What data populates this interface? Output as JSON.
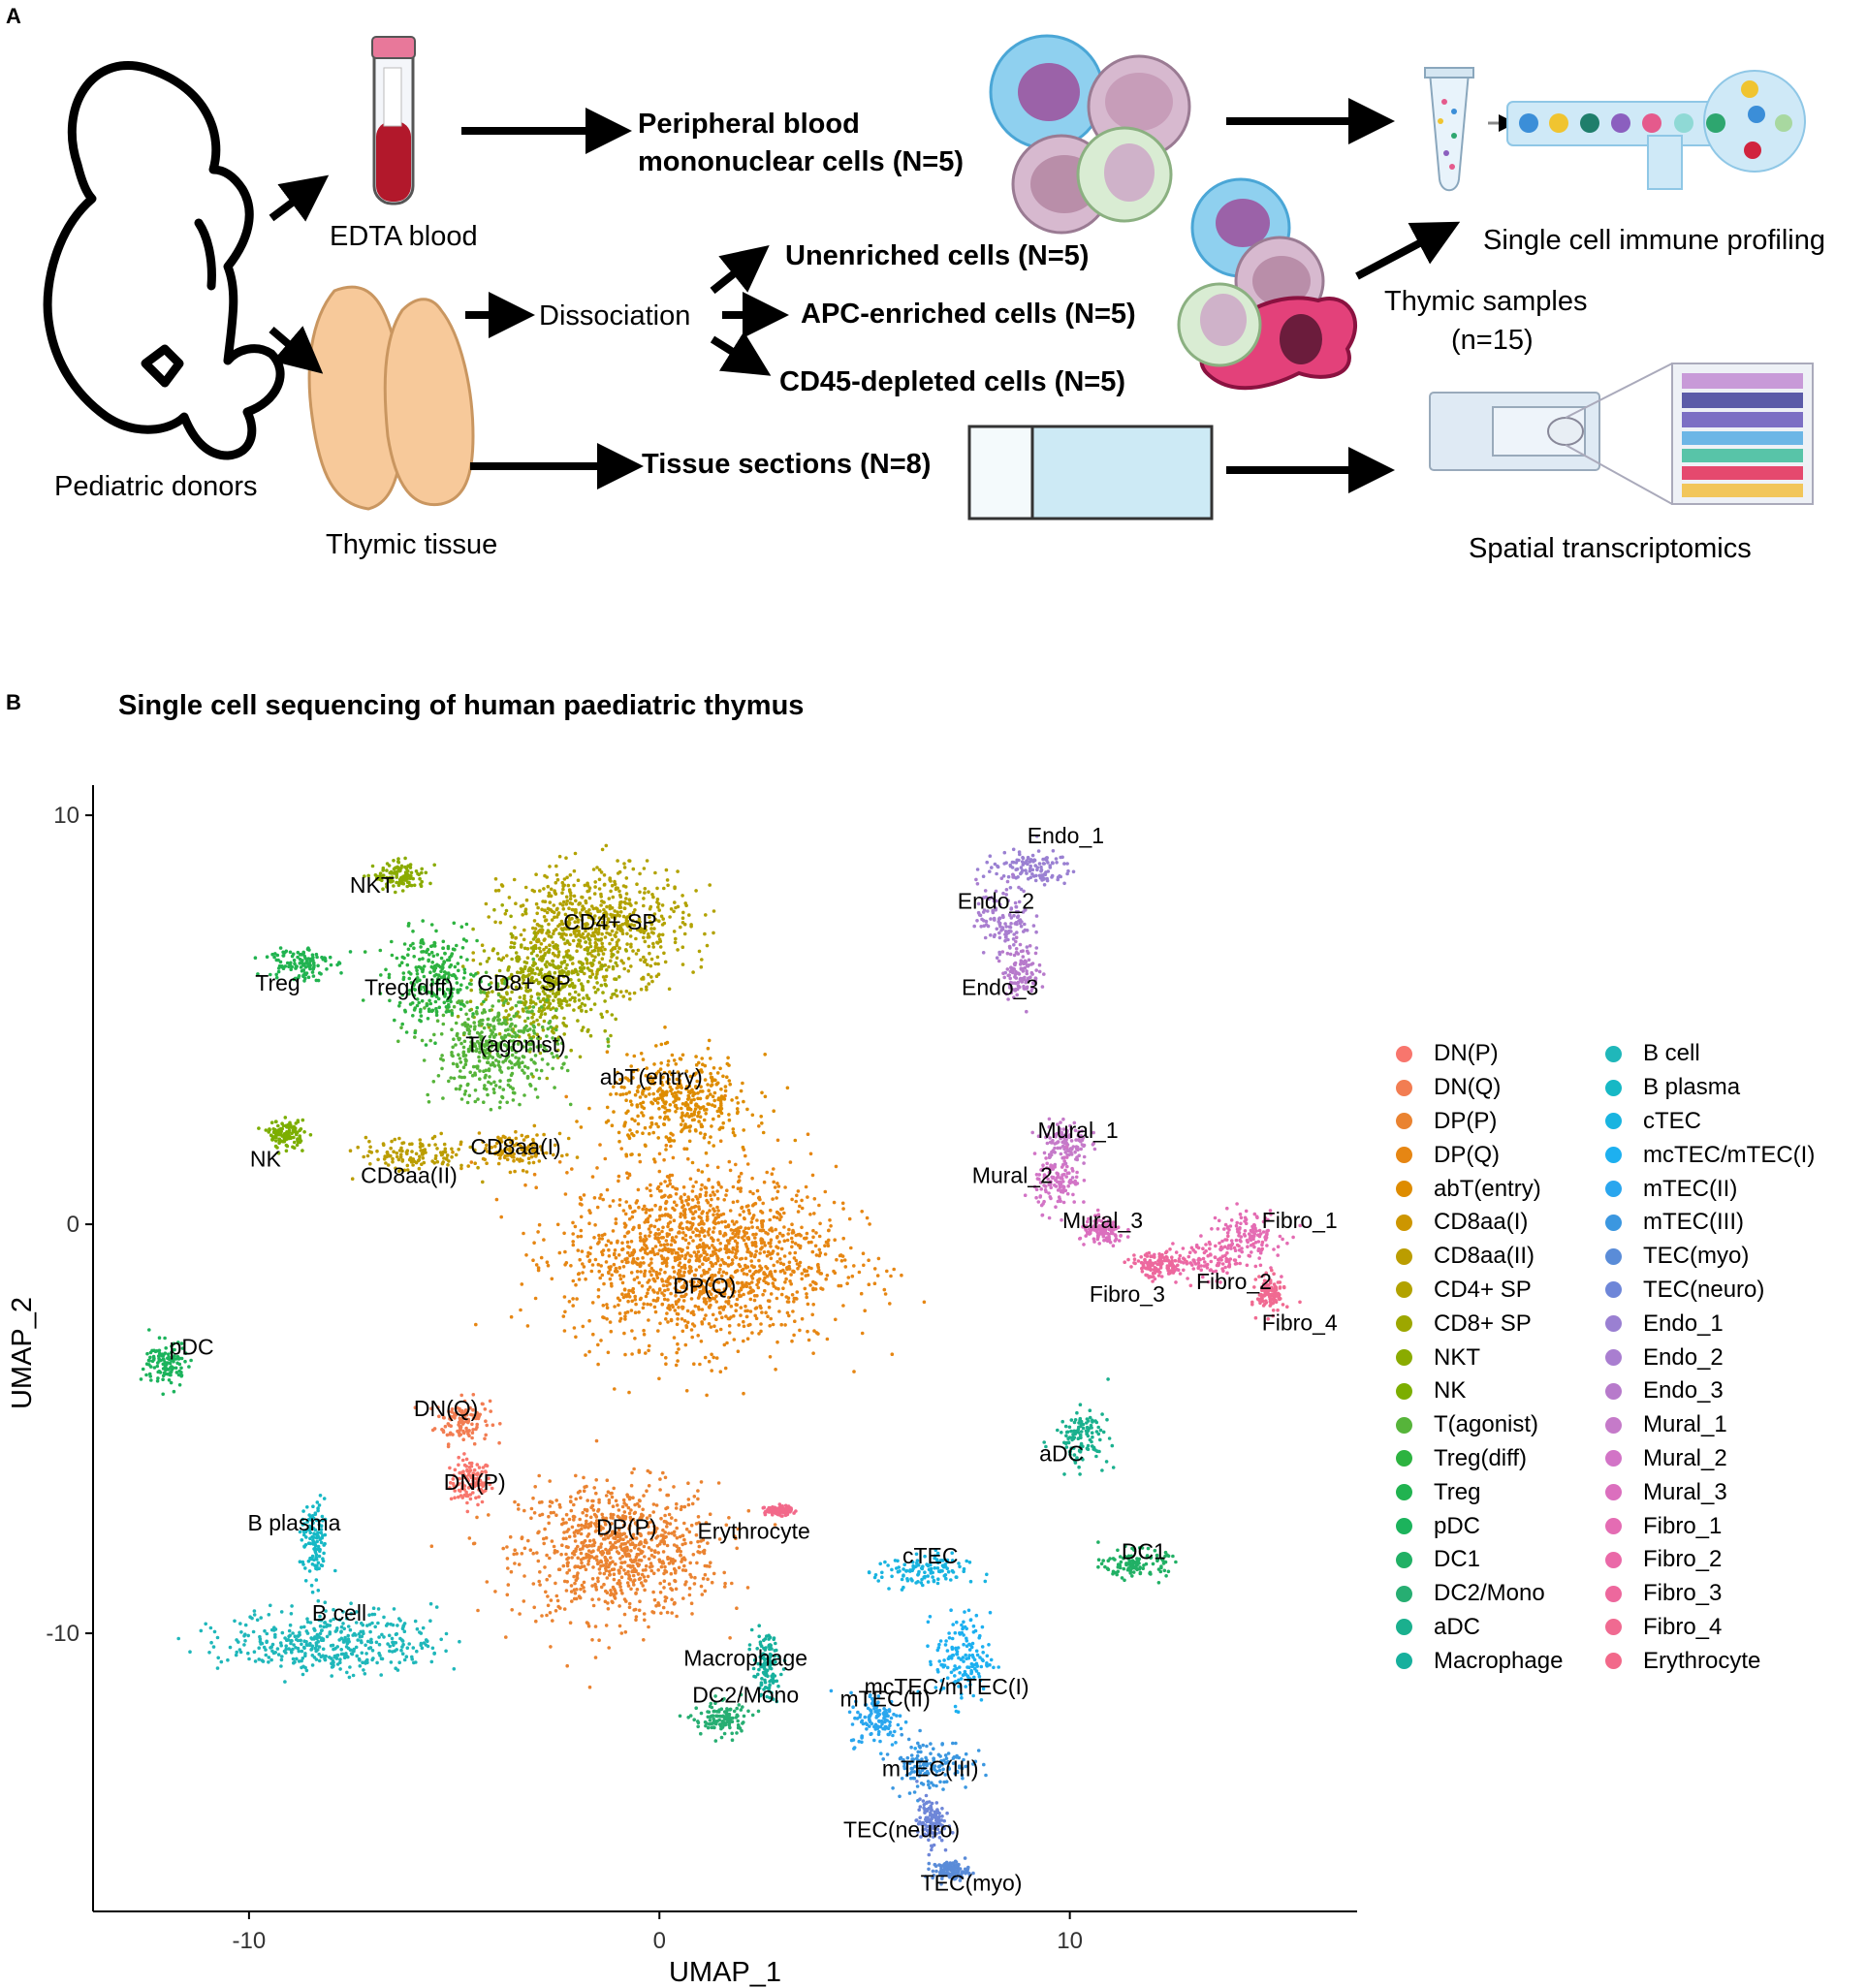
{
  "panel_a": {
    "label": "A",
    "donors": "Pediatric donors",
    "blood": "EDTA blood",
    "thymus": "Thymic tissue",
    "pbmc_line1": "Peripheral blood",
    "pbmc_line2": "mononuclear cells (N=5)",
    "dissociation": "Dissociation",
    "unenriched": "Unenriched cells  (N=5)",
    "apc": "APC-enriched cells (N=5)",
    "cd45": "CD45-depleted  cells  (N=5)",
    "thymic_samples_line1": "Thymic samples",
    "thymic_samples_line2": "(n=15)",
    "tissue_sections": "Tissue sections (N=8)",
    "single_cell": "Single cell immune profiling",
    "spatial": "Spatial  transcriptomics"
  },
  "panel_b": {
    "label": "B",
    "title": "Single cell sequencing of human paediatric thymus"
  },
  "chart_data": {
    "type": "scatter",
    "title": "Single cell sequencing of human paediatric thymus",
    "xlabel": "UMAP_1",
    "ylabel": "UMAP_2",
    "xlim": [
      -13.8,
      17
    ],
    "ylim": [
      -16.8,
      10.5
    ],
    "xticks": [
      -10,
      0,
      10
    ],
    "yticks": [
      -10,
      0,
      10
    ],
    "grid": false,
    "legend_position": "right",
    "clusters": [
      {
        "name": "DN(P)",
        "color": "#F8766D",
        "x": -4.6,
        "y": -6.3,
        "sx": 0.45,
        "sy": 0.5
      },
      {
        "name": "DN(Q)",
        "color": "#F27D52",
        "x": -4.8,
        "y": -4.8,
        "sx": 0.6,
        "sy": 0.5
      },
      {
        "name": "DP(P)",
        "color": "#EA8331",
        "x": -1.0,
        "y": -8.0,
        "sx": 2.2,
        "sy": 1.5
      },
      {
        "name": "DP(Q)",
        "color": "#E68613",
        "x": 1.0,
        "y": -0.8,
        "sx": 3.0,
        "sy": 2.0
      },
      {
        "name": "abT(entry)",
        "color": "#DE8C00",
        "x": 0.5,
        "y": 3.0,
        "sx": 1.6,
        "sy": 1.0
      },
      {
        "name": "CD8aa(I)",
        "color": "#CD9600",
        "x": -3.5,
        "y": 1.8,
        "sx": 1.0,
        "sy": 0.4
      },
      {
        "name": "CD8aa(II)",
        "color": "#BB9D00",
        "x": -6.0,
        "y": 1.7,
        "sx": 1.2,
        "sy": 0.4
      },
      {
        "name": "CD4+ SP",
        "color": "#B2A200",
        "x": -1.5,
        "y": 7.3,
        "sx": 2.0,
        "sy": 1.3
      },
      {
        "name": "CD8+ SP",
        "color": "#9DA700",
        "x": -2.8,
        "y": 5.8,
        "sx": 1.5,
        "sy": 1.2
      },
      {
        "name": "NKT",
        "color": "#8AAB00",
        "x": -6.3,
        "y": 8.5,
        "sx": 0.6,
        "sy": 0.3
      },
      {
        "name": "NK",
        "color": "#7CAE00",
        "x": -9.1,
        "y": 2.2,
        "sx": 0.4,
        "sy": 0.3
      },
      {
        "name": "T(agonist)",
        "color": "#56B43A",
        "x": -4.0,
        "y": 4.3,
        "sx": 1.4,
        "sy": 1.2
      },
      {
        "name": "Treg(diff)",
        "color": "#2DB340",
        "x": -5.5,
        "y": 6.0,
        "sx": 1.0,
        "sy": 1.0
      },
      {
        "name": "Treg",
        "color": "#21B350",
        "x": -8.8,
        "y": 6.4,
        "sx": 0.7,
        "sy": 0.4
      },
      {
        "name": "pDC",
        "color": "#1CB35C",
        "x": -12.0,
        "y": -3.4,
        "sx": 0.5,
        "sy": 0.5
      },
      {
        "name": "DC1",
        "color": "#21B065",
        "x": 11.6,
        "y": -8.3,
        "sx": 0.7,
        "sy": 0.3
      },
      {
        "name": "DC2/Mono",
        "color": "#27AE72",
        "x": 1.5,
        "y": -12.1,
        "sx": 0.6,
        "sy": 0.4
      },
      {
        "name": "aDC",
        "color": "#1AB08E",
        "x": 10.3,
        "y": -5.2,
        "sx": 0.6,
        "sy": 0.6
      },
      {
        "name": "Macrophage",
        "color": "#17B09D",
        "x": 2.6,
        "y": -10.8,
        "sx": 0.3,
        "sy": 0.7
      },
      {
        "name": "B cell",
        "color": "#1FB7BA",
        "x": -8.0,
        "y": -10.2,
        "sx": 2.3,
        "sy": 0.7
      },
      {
        "name": "B plasma",
        "color": "#16B8C5",
        "x": -8.4,
        "y": -7.8,
        "sx": 0.3,
        "sy": 0.9
      },
      {
        "name": "cTEC",
        "color": "#19B4E0",
        "x": 6.4,
        "y": -8.5,
        "sx": 1.0,
        "sy": 0.4
      },
      {
        "name": "mcTEC/mTEC(I)",
        "color": "#1DB0F0",
        "x": 7.4,
        "y": -10.6,
        "sx": 0.6,
        "sy": 1.0
      },
      {
        "name": "mTEC(II)",
        "color": "#2AA6EE",
        "x": 5.3,
        "y": -12.1,
        "sx": 0.6,
        "sy": 0.6
      },
      {
        "name": "mTEC(III)",
        "color": "#3B97E0",
        "x": 6.6,
        "y": -13.2,
        "sx": 0.9,
        "sy": 0.6
      },
      {
        "name": "TEC(myo)",
        "color": "#5A8CD8",
        "x": 7.1,
        "y": -15.8,
        "sx": 0.4,
        "sy": 0.2
      },
      {
        "name": "TEC(neuro)",
        "color": "#6E86D8",
        "x": 6.6,
        "y": -14.6,
        "sx": 0.3,
        "sy": 0.5
      },
      {
        "name": "Endo_1",
        "color": "#9A80D2",
        "x": 9.0,
        "y": 8.7,
        "sx": 1.0,
        "sy": 0.4
      },
      {
        "name": "Endo_2",
        "color": "#A97ED0",
        "x": 8.4,
        "y": 7.5,
        "sx": 0.6,
        "sy": 0.8
      },
      {
        "name": "Endo_3",
        "color": "#B77ACB",
        "x": 8.8,
        "y": 6.2,
        "sx": 0.4,
        "sy": 0.6
      },
      {
        "name": "Mural_1",
        "color": "#C57AC9",
        "x": 9.9,
        "y": 2.0,
        "sx": 0.5,
        "sy": 0.5
      },
      {
        "name": "Mural_2",
        "color": "#D274C6",
        "x": 9.7,
        "y": 1.0,
        "sx": 0.5,
        "sy": 0.6
      },
      {
        "name": "Mural_3",
        "color": "#DB6FBE",
        "x": 10.8,
        "y": -0.2,
        "sx": 0.5,
        "sy": 0.3
      },
      {
        "name": "Fibro_1",
        "color": "#E46CB3",
        "x": 14.3,
        "y": -0.2,
        "sx": 0.8,
        "sy": 0.5
      },
      {
        "name": "Fibro_2",
        "color": "#EA69A8",
        "x": 13.4,
        "y": -0.9,
        "sx": 1.0,
        "sy": 0.4
      },
      {
        "name": "Fibro_3",
        "color": "#ED689D",
        "x": 12.1,
        "y": -1.0,
        "sx": 0.6,
        "sy": 0.3
      },
      {
        "name": "Fibro_4",
        "color": "#F06A91",
        "x": 14.9,
        "y": -1.7,
        "sx": 0.3,
        "sy": 0.4
      },
      {
        "name": "Erythrocyte",
        "color": "#F2698A",
        "x": 2.9,
        "y": -7.0,
        "sx": 0.3,
        "sy": 0.1
      }
    ],
    "plot_labels": [
      {
        "text": "Endo_1",
        "x": 9.9,
        "y": 9.5
      },
      {
        "text": "Endo_2",
        "x": 8.2,
        "y": 7.9
      },
      {
        "text": "Endo_3",
        "x": 8.3,
        "y": 5.8
      },
      {
        "text": "NKT",
        "x": -7.0,
        "y": 8.3
      },
      {
        "text": "CD4+ SP",
        "x": -1.2,
        "y": 7.4
      },
      {
        "text": "Treg",
        "x": -9.3,
        "y": 5.9
      },
      {
        "text": "Treg(diff)",
        "x": -6.1,
        "y": 5.8
      },
      {
        "text": "CD8+ SP",
        "x": -3.3,
        "y": 5.9
      },
      {
        "text": "T(agonist)",
        "x": -3.5,
        "y": 4.4
      },
      {
        "text": "abT(entry)",
        "x": -0.2,
        "y": 3.6
      },
      {
        "text": "NK",
        "x": -9.6,
        "y": 1.6
      },
      {
        "text": "CD8aa(II)",
        "x": -6.1,
        "y": 1.2
      },
      {
        "text": "CD8aa(I)",
        "x": -3.5,
        "y": 1.9
      },
      {
        "text": "Mural_1",
        "x": 10.2,
        "y": 2.3
      },
      {
        "text": "Mural_2",
        "x": 8.6,
        "y": 1.2
      },
      {
        "text": "Mural_3",
        "x": 10.8,
        "y": 0.1
      },
      {
        "text": "Fibro_1",
        "x": 15.6,
        "y": 0.1
      },
      {
        "text": "Fibro_2",
        "x": 14.0,
        "y": -1.4
      },
      {
        "text": "Fibro_3",
        "x": 11.4,
        "y": -1.7
      },
      {
        "text": "Fibro_4",
        "x": 15.6,
        "y": -2.4
      },
      {
        "text": "DP(Q)",
        "x": 1.1,
        "y": -1.5
      },
      {
        "text": "pDC",
        "x": -11.4,
        "y": -3.0
      },
      {
        "text": "DN(Q)",
        "x": -5.2,
        "y": -4.5
      },
      {
        "text": "aDC",
        "x": 9.8,
        "y": -5.6
      },
      {
        "text": "DN(P)",
        "x": -4.5,
        "y": -6.3
      },
      {
        "text": "B plasma",
        "x": -8.9,
        "y": -7.3
      },
      {
        "text": "DP(P)",
        "x": -0.8,
        "y": -7.4
      },
      {
        "text": "Erythrocyte",
        "x": 2.3,
        "y": -7.5
      },
      {
        "text": "DC1",
        "x": 11.8,
        "y": -8.0
      },
      {
        "text": "cTEC",
        "x": 6.6,
        "y": -8.1
      },
      {
        "text": "B cell",
        "x": -7.8,
        "y": -9.5
      },
      {
        "text": "Macrophage",
        "x": 2.1,
        "y": -10.6
      },
      {
        "text": "mcTEC/mTEC(I)",
        "x": 7.0,
        "y": -11.3
      },
      {
        "text": "DC2/Mono",
        "x": 2.1,
        "y": -11.5
      },
      {
        "text": "mTEC(II)",
        "x": 5.5,
        "y": -11.6
      },
      {
        "text": "mTEC(III)",
        "x": 6.6,
        "y": -13.3
      },
      {
        "text": "TEC(neuro)",
        "x": 5.9,
        "y": -14.8
      },
      {
        "text": "TEC(myo)",
        "x": 7.6,
        "y": -16.1
      }
    ]
  }
}
